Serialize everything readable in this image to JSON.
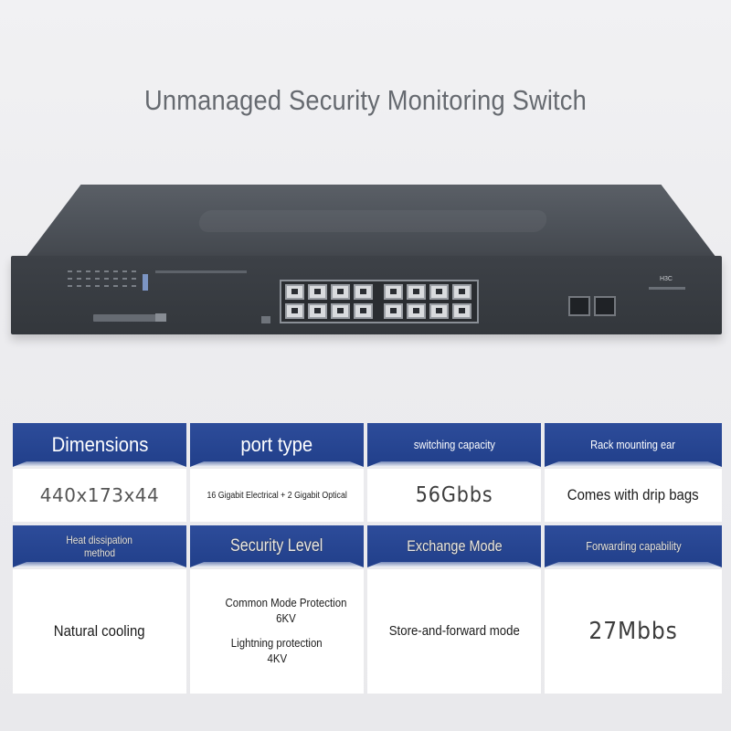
{
  "page": {
    "title": "Unmanaged Security Monitoring Switch"
  },
  "device": {
    "brand": "H3C"
  },
  "specs": {
    "dimensions": {
      "label": "Dimensions",
      "value": "440x173x44"
    },
    "port_type": {
      "label": "port type",
      "value": "16 Gigabit Electrical + 2 Gigabit Optical"
    },
    "switching_capacity": {
      "label": "switching capacity",
      "value": "56Gbbs"
    },
    "rack_ear": {
      "label": "Rack mounting ear",
      "value": "Comes with drip bags"
    },
    "heat": {
      "label_line1": "Heat dissipation",
      "label_line2": "method",
      "value": "Natural cooling"
    },
    "security": {
      "label": "Security Level",
      "value_line1": "Common Mode Protection 6KV",
      "value_line2": "Lightning protection",
      "value_line3": "4KV"
    },
    "exchange": {
      "label": "Exchange Mode",
      "value": "Store-and-forward mode"
    },
    "forwarding": {
      "label": "Forwarding capability",
      "value": "27Mbbs"
    }
  },
  "colors": {
    "header_blue": "#2d4c9a",
    "device_gray": "#3d4147",
    "background": "#ececef"
  }
}
